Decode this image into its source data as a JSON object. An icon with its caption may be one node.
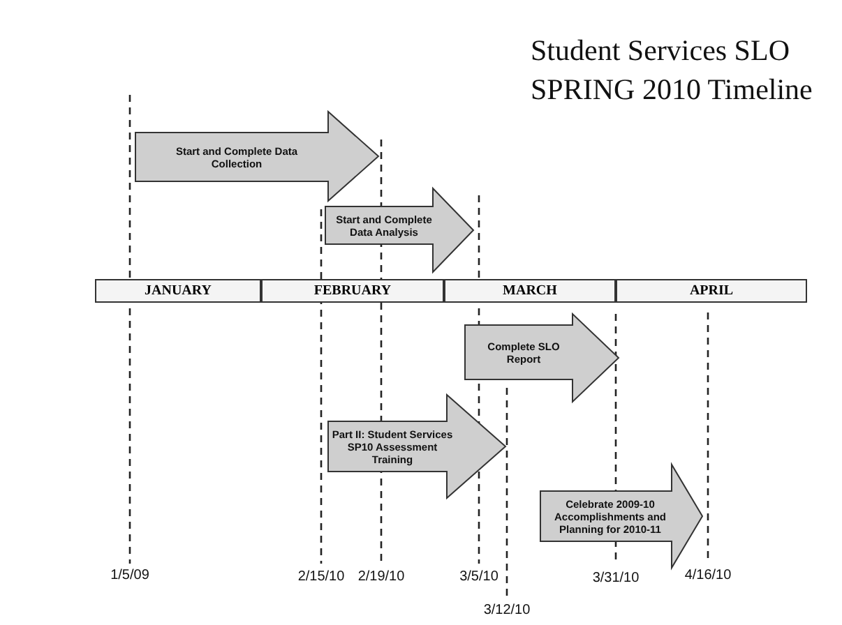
{
  "diagram": {
    "title": "Student Services SLO SPRING 2010 Timeline",
    "nodes": [
      {
        "text": [
          "Start and Complete Data Collection"
        ]
      },
      {
        "text": [
          "Start and Complete Data Analysis"
        ]
      },
      {
        "text": [
          "JANUARY"
        ]
      },
      {
        "text": [
          "FEBRUARY"
        ]
      },
      {
        "text": [
          "MARCH"
        ]
      },
      {
        "text": [
          "APRIL"
        ]
      },
      {
        "text": [
          "Complete SLO Report"
        ]
      },
      {
        "text": [
          "Part II: Student Services SP10 Assessment Training"
        ]
      },
      {
        "text": [
          "Celebrate 2009-10 Accomplishments and Planning for 2010-11"
        ]
      }
    ],
    "labels": [
      "1/5/09",
      "2/15/10",
      "2/19/10",
      "3/5/10",
      "3/31/10",
      "4/16/10",
      "3/12/10"
    ]
  }
}
